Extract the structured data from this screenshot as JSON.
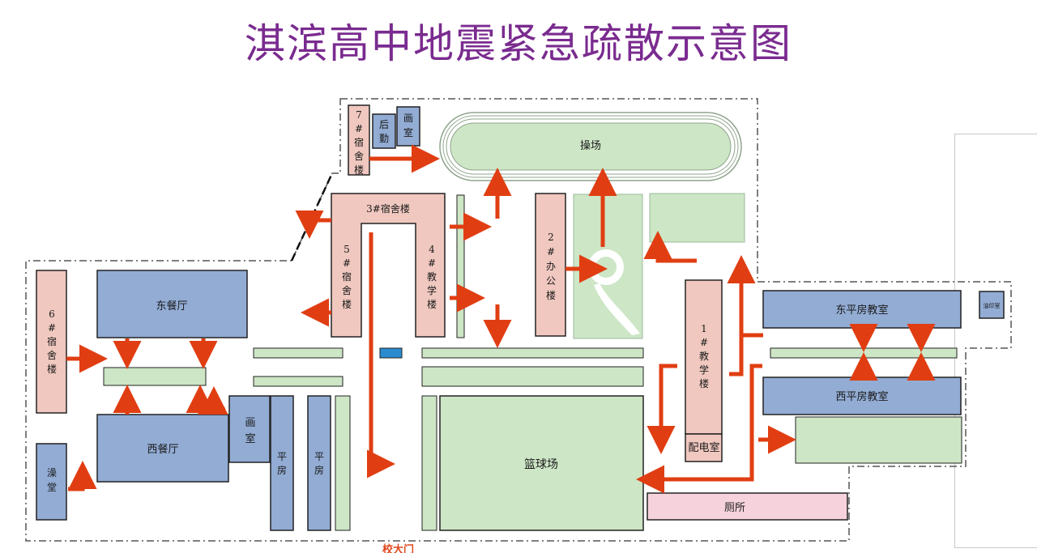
{
  "title": "淇滨高中地震紧急疏散示意图",
  "colors": {
    "title": "#7a2b8f",
    "dormitory": "#f0c8bf",
    "building_blue": "#92acd4",
    "green_area": "#cde6c6",
    "toilet_pink": "#f6d3dc",
    "arrow": "#e03e12",
    "outline": "#222222"
  },
  "buildings": {
    "dorm7": "7#宿舍楼",
    "logistics": "后勤",
    "art_room_top": "画室",
    "playground": "操场",
    "dorm3": "3#宿舍楼",
    "dorm5": "5#宿舍楼",
    "building4": "4#教学楼",
    "building2": "2#办公楼",
    "building1": "1#教学楼",
    "power_room": "配电室",
    "east_flat": "东平房教室",
    "west_flat": "西平房教室",
    "print_room": "油印室",
    "east_dining": "东餐厅",
    "west_dining": "西餐厅",
    "dorm6": "6#宿舍楼",
    "art_room": "画室",
    "flat1": "平房",
    "flat2": "平房",
    "bath": "澡堂",
    "basketball": "篮球场",
    "toilet": "厕所",
    "gate": "校大门"
  }
}
